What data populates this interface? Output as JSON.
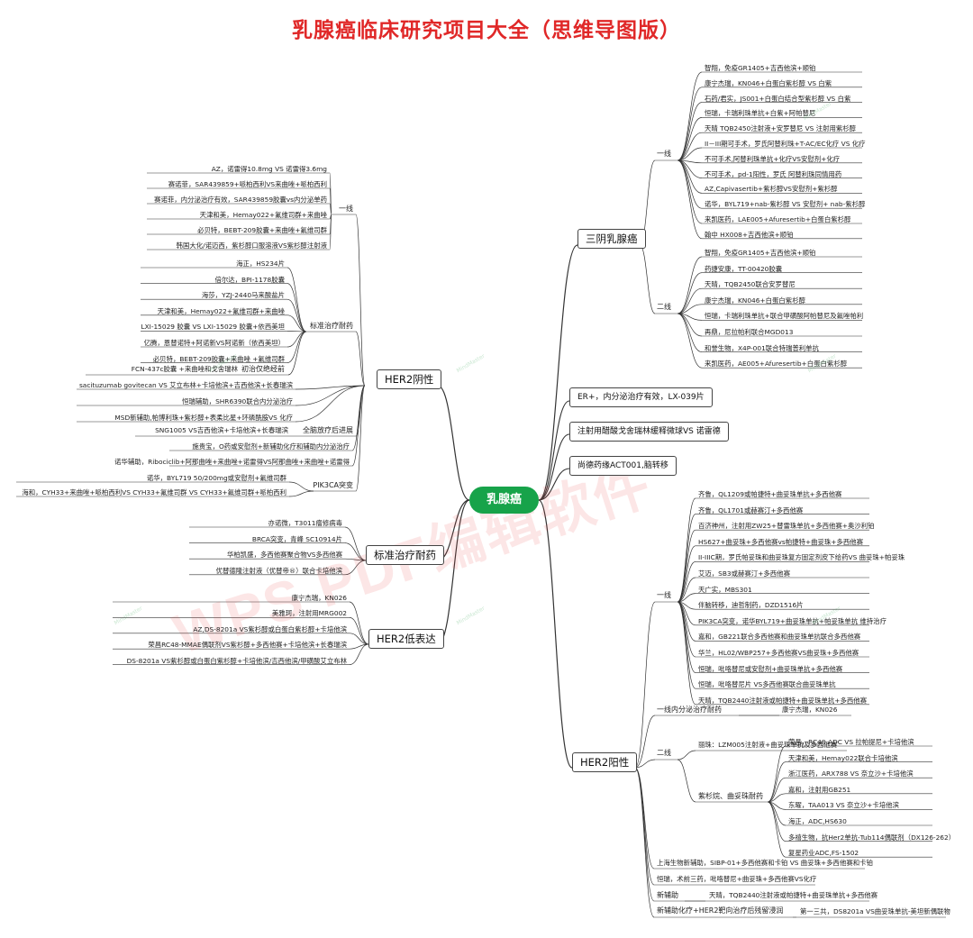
{
  "title": "乳腺癌临床研究项目大全（思维导图版）",
  "center": "乳腺癌",
  "watermark": "WPS PDF编辑软件",
  "wm_logo": "MindMaster",
  "colors": {
    "title": "#e02828",
    "center": "#17a34a",
    "line": "#333333"
  },
  "branches": {
    "tnbc": {
      "label": "三阴乳腺癌",
      "line1": {
        "label": "一线",
        "items": [
          "智翔，免疫GR1405+吉西他滨+顺铂",
          "康宁杰瑞，KN046+白蛋白紫杉醇 VS 白紫",
          "石药/君实，JS001+白蛋白结合型紫杉醇 VS 白紫",
          "恒瑞，卡瑞利珠单抗+白紫+阿帕替尼",
          "天晴 TQB2450注射液+安罗替尼 VS 注射用紫杉醇",
          "II－III期可手术，罗氏阿替利珠+T-AC/EC化疗 VS 化疗",
          "不可手术,阿替利珠单抗+化疗VS安慰剂+化疗",
          "不可手术，pd-1阳性，罗氏 阿替利珠同情用药",
          "AZ,Capivasertib+紫杉醇VS安慰剂+紫杉醇",
          "诺华，BYL719+nab-紫杉醇 VS 安慰剂+ nab-紫杉醇",
          "来凯医药，LAE005+Afuresertib+白蛋白紫杉醇",
          "翰中 HX008+吉西他滨+顺铂"
        ]
      },
      "line2": {
        "label": "二线",
        "items": [
          "智翔，免疫GR1405+吉西他滨+顺铂",
          "药捷安康，TT-00420胶囊",
          "天晴，TQB2450联合安罗替尼",
          "康宁杰瑞，KN046+白蛋白紫杉醇",
          "恒瑞，卡瑞利珠单抗+联合甲磺酸阿帕替尼及氟唑帕利",
          "再鼎，尼拉帕利联合MGD013",
          "和誉生物，X4P-001联合特瑞普利单抗",
          "来凯医药，AE005+Afuresertib+白蛋白紫杉醇"
        ]
      }
    },
    "er": "ER+，内分泌治疗有效，LX-039片",
    "inj": "注射用醋酸戈舍瑞林缓释微球VS 诺雷德",
    "act": "尚德药缘ACT001,脑转移",
    "her2pos_left": {
      "label": "HER2阴性",
      "line1": {
        "label": "一线",
        "items": [
          "AZ，诺雷得10.8mg VS 诺雷得3.6mg",
          "赛诺菲，SAR439859+哌柏西利VS来曲唑+哌柏西利",
          "赛诺菲，内分泌治疗有效，SAR439859胶囊vs内分泌单药",
          "天津和美，Hemay022+氟维司群+来曲唑",
          "必贝特，BEBT-209胶囊+来曲唑+氟维司群",
          "韩国大化/诺迈西，紫杉醇口服溶液VS紫杉醇注射液"
        ]
      },
      "std_resist": {
        "label": "标准治疗耐药",
        "items": [
          "海正，HS234片",
          "倍尔达，BPI-1178胶囊",
          "海莎，YZJ-2440马来酸盐片",
          "天津和美，Hemay022+氟维司群+来曲唑",
          "LXI-15029 胶囊 VS LXI-15029 胶囊+依西美坦",
          "亿腾，恩替诺特+阿诺新VS阿诺新（依西美坦）",
          "必贝特，BEBT-209胶囊+来曲唑 +氟维司群"
        ]
      },
      "cdk_resist": {
        "label": "初治仅绝经前",
        "item": "FCN-437c胶囊 +来曲唑和戈舍瑞林"
      },
      "misc": [
        "sacituzumab govitecan VS 艾立布林+卡培他滨+吉西他滨+长春瑞滨",
        "恒瑞辅助，SHR6390联合内分泌治疗",
        "MSD新辅助,帕博利珠+紫杉醇+表柔比星+环磷酰胺VS 化疗"
      ],
      "later": {
        "label": "全脑放疗后进展",
        "item": "SNG1005 VS吉西他滨+卡培他滨+长春瑞滨"
      },
      "misc2": [
        "施贵宝，O药或安慰剂+新辅助化疗和辅助内分泌治疗",
        "诺华辅助，Ribociclib+阿那曲唑+来曲唑+诺雷得VS阿那曲唑+来曲唑+诺雷得"
      ],
      "pik3ca": {
        "label": "PIK3CA突变",
        "items": [
          "诺华，BYL719 50/200mg或安慰剂+氟维司群",
          "海和，CYH33+来曲唑+哌柏西利VS CYH33+氟维司群 VS  CYH33+氟维司群+哌柏西利"
        ]
      }
    },
    "std": {
      "label": "标准治疗耐药",
      "items": [
        "亦诺微，T3011瘤修病毒",
        "BRCA突变，青峰 SC10914片",
        "华柏凯盛，多西他赛聚合物VS多西他赛",
        "优替德隆注射液（优替帝®）联合卡培他滨"
      ]
    },
    "low": {
      "label": "HER2低表达",
      "items": [
        "康宁杰瑞，KN026",
        "美雅珂，注射用MRG002",
        "AZ,DS-8201a VS紫杉醇或白蛋白紫杉醇+卡培他滨",
        "荣昌RC48-MMAE偶联剂VS紫杉醇+多西他赛+卡培他滨+长春瑞滨",
        "DS-8201a VS紫杉醇或白蛋白紫杉醇+卡培他滨/吉西他滨/甲磺酸艾立布林"
      ]
    },
    "her2": {
      "label": "HER2阳性",
      "line1": {
        "label": "一线",
        "items": [
          "齐鲁，QL1209或帕捷特+曲妥珠单抗+多西他赛",
          "齐鲁，QL1701或赫赛汀+多西他赛",
          "百济神州，注射用ZW25+替雷珠单抗+多西他赛+奥沙利铂",
          "HS627+曲妥珠+多西他赛vs帕捷特+曲妥珠+多西他赛",
          "II-IIIC期，罗氏帕妥珠和曲妥珠复方固定剂皮下给药VS 曲妥珠+帕妥珠",
          "艾迈，SB3或赫赛汀+多西他赛",
          "天广实，MBS301",
          "伴脑转移，迪哲制药，DZD1516片",
          "PIK3CA突变，诺华BYL719+曲妥珠单抗+帕妥珠单抗 维持治疗",
          "嘉和，GB221联合多西他赛和曲妥珠单抗联合多西他赛",
          "华兰，HL02/WBP257+多西他赛VS曲妥珠+多西他赛",
          "恒瑞，吡咯替尼或安慰剂+曲妥珠单抗+多西他赛",
          "恒瑞，吡咯替尼片 VS多西他赛联合曲妥珠单抗",
          "天晴，TQB2440注射液或帕捷特+曲妥珠单抗+多西他赛"
        ]
      },
      "endo": {
        "label": "一线内分泌治疗耐药",
        "item": "康宁杰瑞，KN026"
      },
      "line2": {
        "label": "二线",
        "first": "丽珠：LZM005注射液+曲妥珠单抗及多西他赛",
        "group": {
          "label": "紫杉烷、曲妥珠耐药",
          "items": [
            "荣昌，RC48-ADC VS  拉帕提尼+卡培他滨",
            "天津和美，Hemay022联合卡培他滨",
            "浙江医药，ARX788 VS 奈立沙+卡培他滨",
            "嘉和，注射用GB251",
            "东曜，TAA013 VS 奈立沙+卡培他滨",
            "海正，ADC,HS630",
            "多禧生物，抗Her2单抗-Tub114偶联剂（DX126-262）",
            "复星药业ADC,FS-1502"
          ]
        }
      },
      "tail": [
        "上海生物新辅助，SIBP-01+多西他赛和卡铂 VS 曲妥珠+多西他赛和卡铂",
        "恒瑞，术前三药，吡咯替尼+曲妥珠+多西他赛VS化疗"
      ],
      "neo": {
        "label": "新辅助",
        "item": "天晴，TQB2440注射液或帕捷特+曲妥珠单抗+多西他赛"
      },
      "last": {
        "label": "新辅助化疗+HER2靶向治疗后残留浸润",
        "item": "第一三共，DS8201a VS曲妥珠单抗-美坦新偶联物"
      }
    }
  }
}
